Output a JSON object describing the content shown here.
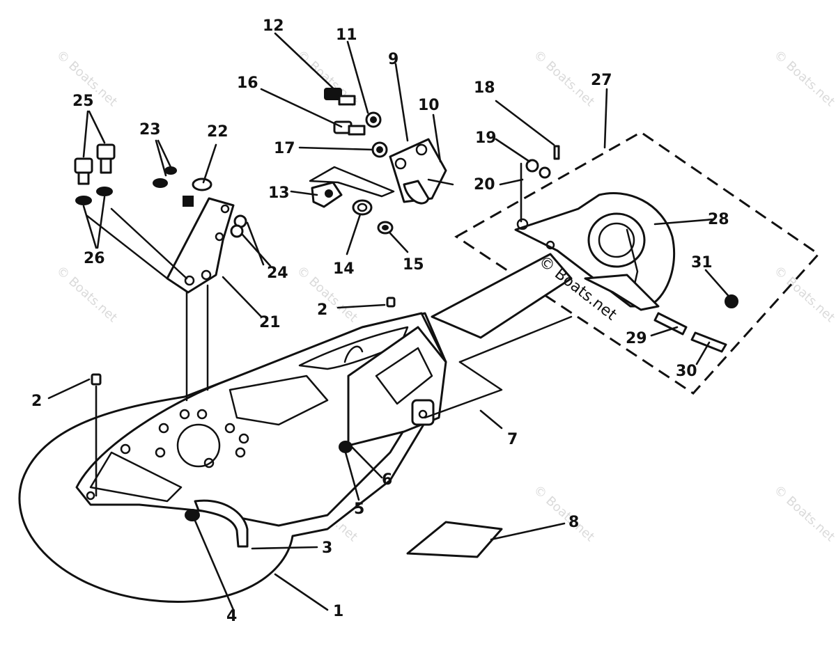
{
  "watermark": "© Boats.net",
  "callouts": [
    "1",
    "2",
    "2",
    "3",
    "4",
    "5",
    "6",
    "7",
    "8",
    "9",
    "10",
    "11",
    "12",
    "13",
    "14",
    "15",
    "16",
    "17",
    "18",
    "19",
    "20",
    "21",
    "22",
    "23",
    "24",
    "25",
    "26",
    "27",
    "28",
    "29",
    "30",
    "31"
  ]
}
